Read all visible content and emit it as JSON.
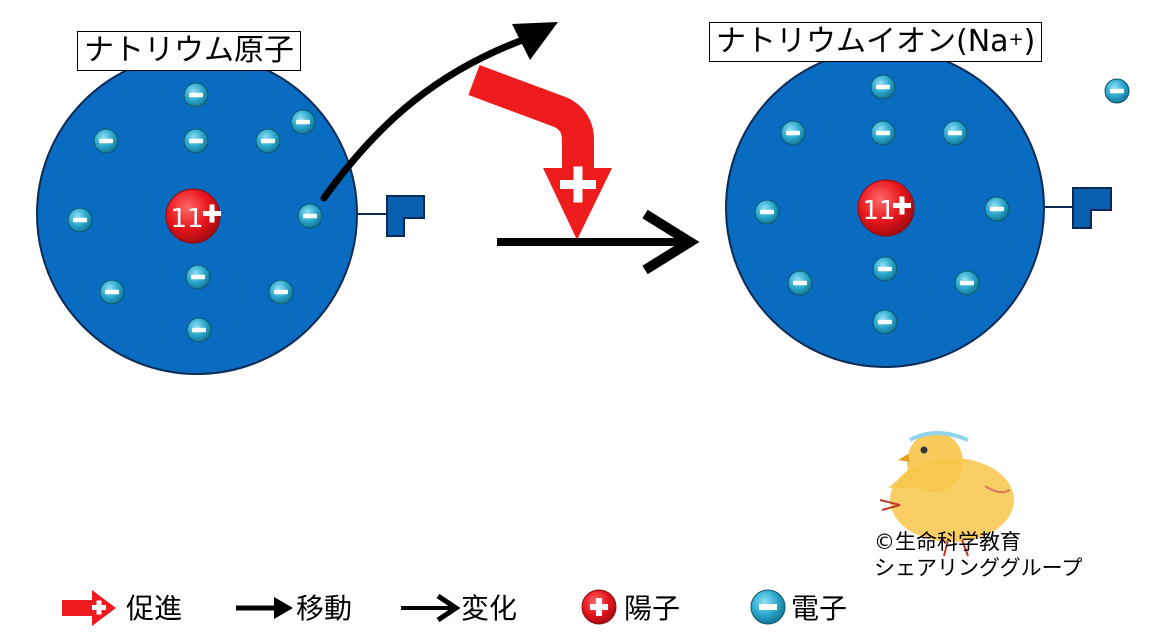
{
  "atom": {
    "title": "ナトリウム原子",
    "nucleus_charge": "11"
  },
  "ion": {
    "title_main": "ナトリウムイオン(Na",
    "title_sup": "+",
    "title_close": ")",
    "nucleus_charge": "11"
  },
  "legend": {
    "promote": "促進",
    "move": "移動",
    "change": "変化",
    "proton": "陽子",
    "electron": "電子"
  },
  "credit": {
    "line1": "©生命科学教育",
    "line2": "シェアリンググループ"
  },
  "colors": {
    "cell_blue": "#0a6cc0",
    "nucleus_red": "#e8161d",
    "electron_teal": "#2aa6cc",
    "promote_red": "#ee1c1c",
    "receptor_blue": "#0a5fb0"
  }
}
